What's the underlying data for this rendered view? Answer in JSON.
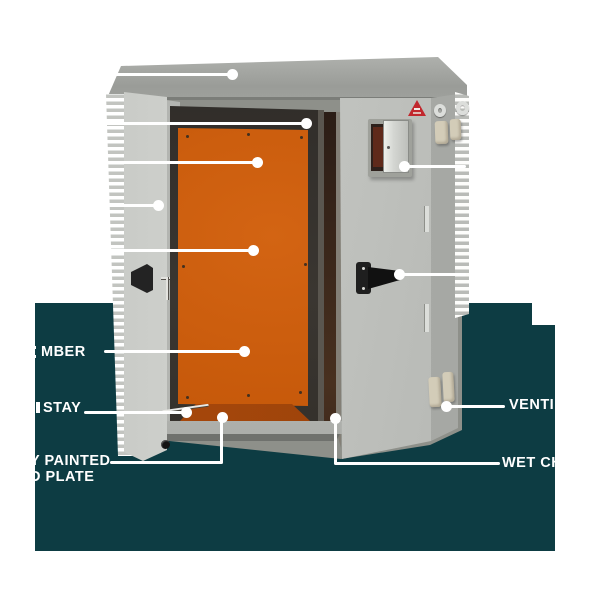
{
  "colors": {
    "background": "#ffffff",
    "panel_teal": "#0d3c43",
    "interior_orange": "#c25508",
    "cabinet_gray": "#c3c5c1",
    "frame_charcoal": "#34302b",
    "callout_white": "#ffffff",
    "logo_red": "#c1272d",
    "vent_beige": "#d3ccb8",
    "handle_black": "#1c1c1c"
  },
  "labels": {
    "left": {
      "member_fragment": "MBER",
      "stay_fragment": "STAY",
      "painted_fragment": "Y PAINTED",
      "plate_fragment": "D PLATE"
    },
    "right": {
      "vent_fragment": "VENTI",
      "wet_fragment": "WET CH"
    }
  },
  "icons": {
    "brand_logo": "red-triangle-logo"
  }
}
